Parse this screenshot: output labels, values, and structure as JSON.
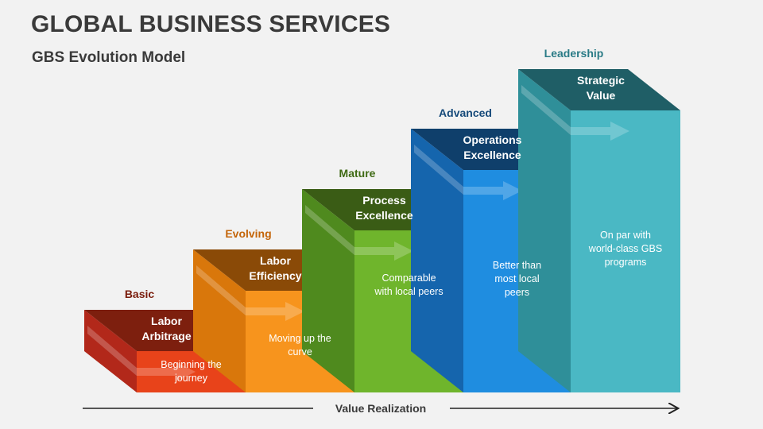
{
  "header": {
    "title": "GLOBAL BUSINESS SERVICES",
    "subtitle": "GBS Evolution Model"
  },
  "axis": {
    "label": "Value Realization"
  },
  "steps": [
    {
      "level": "Basic",
      "title": "Labor\nArbitrage",
      "desc": "Beginning the\njourney",
      "colors": {
        "front": "#e8431a",
        "top": "#7d1f0e",
        "side": "#b2281a",
        "label": "#7a1c0c"
      }
    },
    {
      "level": "Evolving",
      "title": "Labor\nEfficiency",
      "desc": "Moving up the\ncurve",
      "colors": {
        "front": "#f7941d",
        "top": "#8a4a07",
        "side": "#d9770b",
        "label": "#c4650a"
      }
    },
    {
      "level": "Mature",
      "title": "Process\nExcellence",
      "desc": "Comparable\nwith local peers",
      "colors": {
        "front": "#6fb52c",
        "top": "#3a5c15",
        "side": "#4f8a1e",
        "label": "#3f6a14"
      }
    },
    {
      "level": "Advanced",
      "title": "Operations\nExcellence",
      "desc": "Better than\nmost local\npeers",
      "colors": {
        "front": "#1f8de0",
        "top": "#0f3f6b",
        "side": "#1565ad",
        "label": "#164a7a"
      }
    },
    {
      "level": "Leadership",
      "title": "Strategic\nValue",
      "desc": "On par with\nworld-class GBS\nprograms",
      "colors": {
        "front": "#4ab8c4",
        "top": "#1f5e66",
        "side": "#2f8f99",
        "label": "#2a7b86"
      }
    }
  ]
}
